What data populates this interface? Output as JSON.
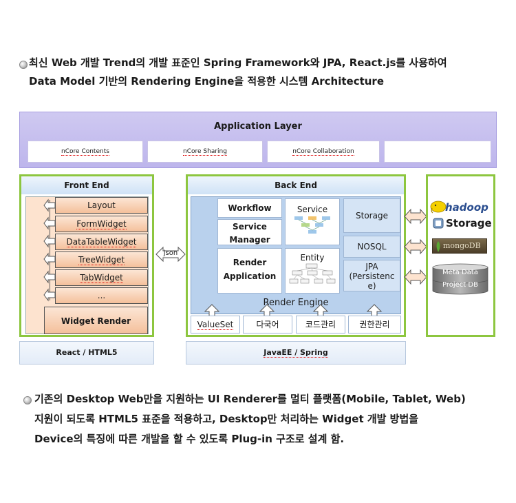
{
  "intro": {
    "line1": "최신 Web 개발 Trend의 개발 표준인 Spring Framework와 JPA, React.js를 사용하여",
    "line2": "Data Model 기반의 Rendering Engine을 적용한 시스템 Architecture"
  },
  "application_layer": {
    "title": "Application Layer",
    "boxes": [
      "nCore Contents",
      "nCore Sharing",
      "nCore Collaboration",
      ""
    ]
  },
  "front_end": {
    "title": "Front End",
    "widgets": [
      "Layout",
      "FormWidget",
      "DataTableWidget",
      "TreeWidget",
      "TabWidget",
      "..."
    ],
    "widget_render": "Widget Render",
    "footer": "React / HTML5"
  },
  "connector": {
    "json": "json"
  },
  "back_end": {
    "title": "Back End",
    "workflow": "Workflow",
    "service_manager": "Service\nManager",
    "service": "Service",
    "render_application": "Render\nApplication",
    "entity": "Entity",
    "storage": "Storage",
    "nosql": "NOSQL",
    "jpa": "JPA\n(Persistenc\ne)",
    "render_engine": "Render Engine",
    "modules": [
      "ValueSet",
      "다국어",
      "코드관리",
      "권한관리"
    ],
    "footer": "JavaEE / Spring"
  },
  "storage_panel": {
    "hadoop": "hadoop",
    "storage": "Storage",
    "mongodb": "mongoDB",
    "meta_data": "Meta Data",
    "project_db": "Project DB"
  },
  "outro": {
    "line1": "기존의 Desktop Web만을 지원하는 UI Renderer를 멀티 플랫폼(Mobile, Tablet, Web)",
    "line2": "지원이 되도록 HTML5 표준을 적용하고, Desktop만 처리하는 Widget 개발 방법을",
    "line3": "Device의 특징에 따른 개발을 할 수 있도록 Plug-in 구조로 설계 함."
  },
  "colors": {
    "panel_border": "#8dc63f",
    "app_layer": "#c4bdee",
    "widget_orange": "#f4c09b",
    "backend_blue": "#b9d1ed"
  }
}
